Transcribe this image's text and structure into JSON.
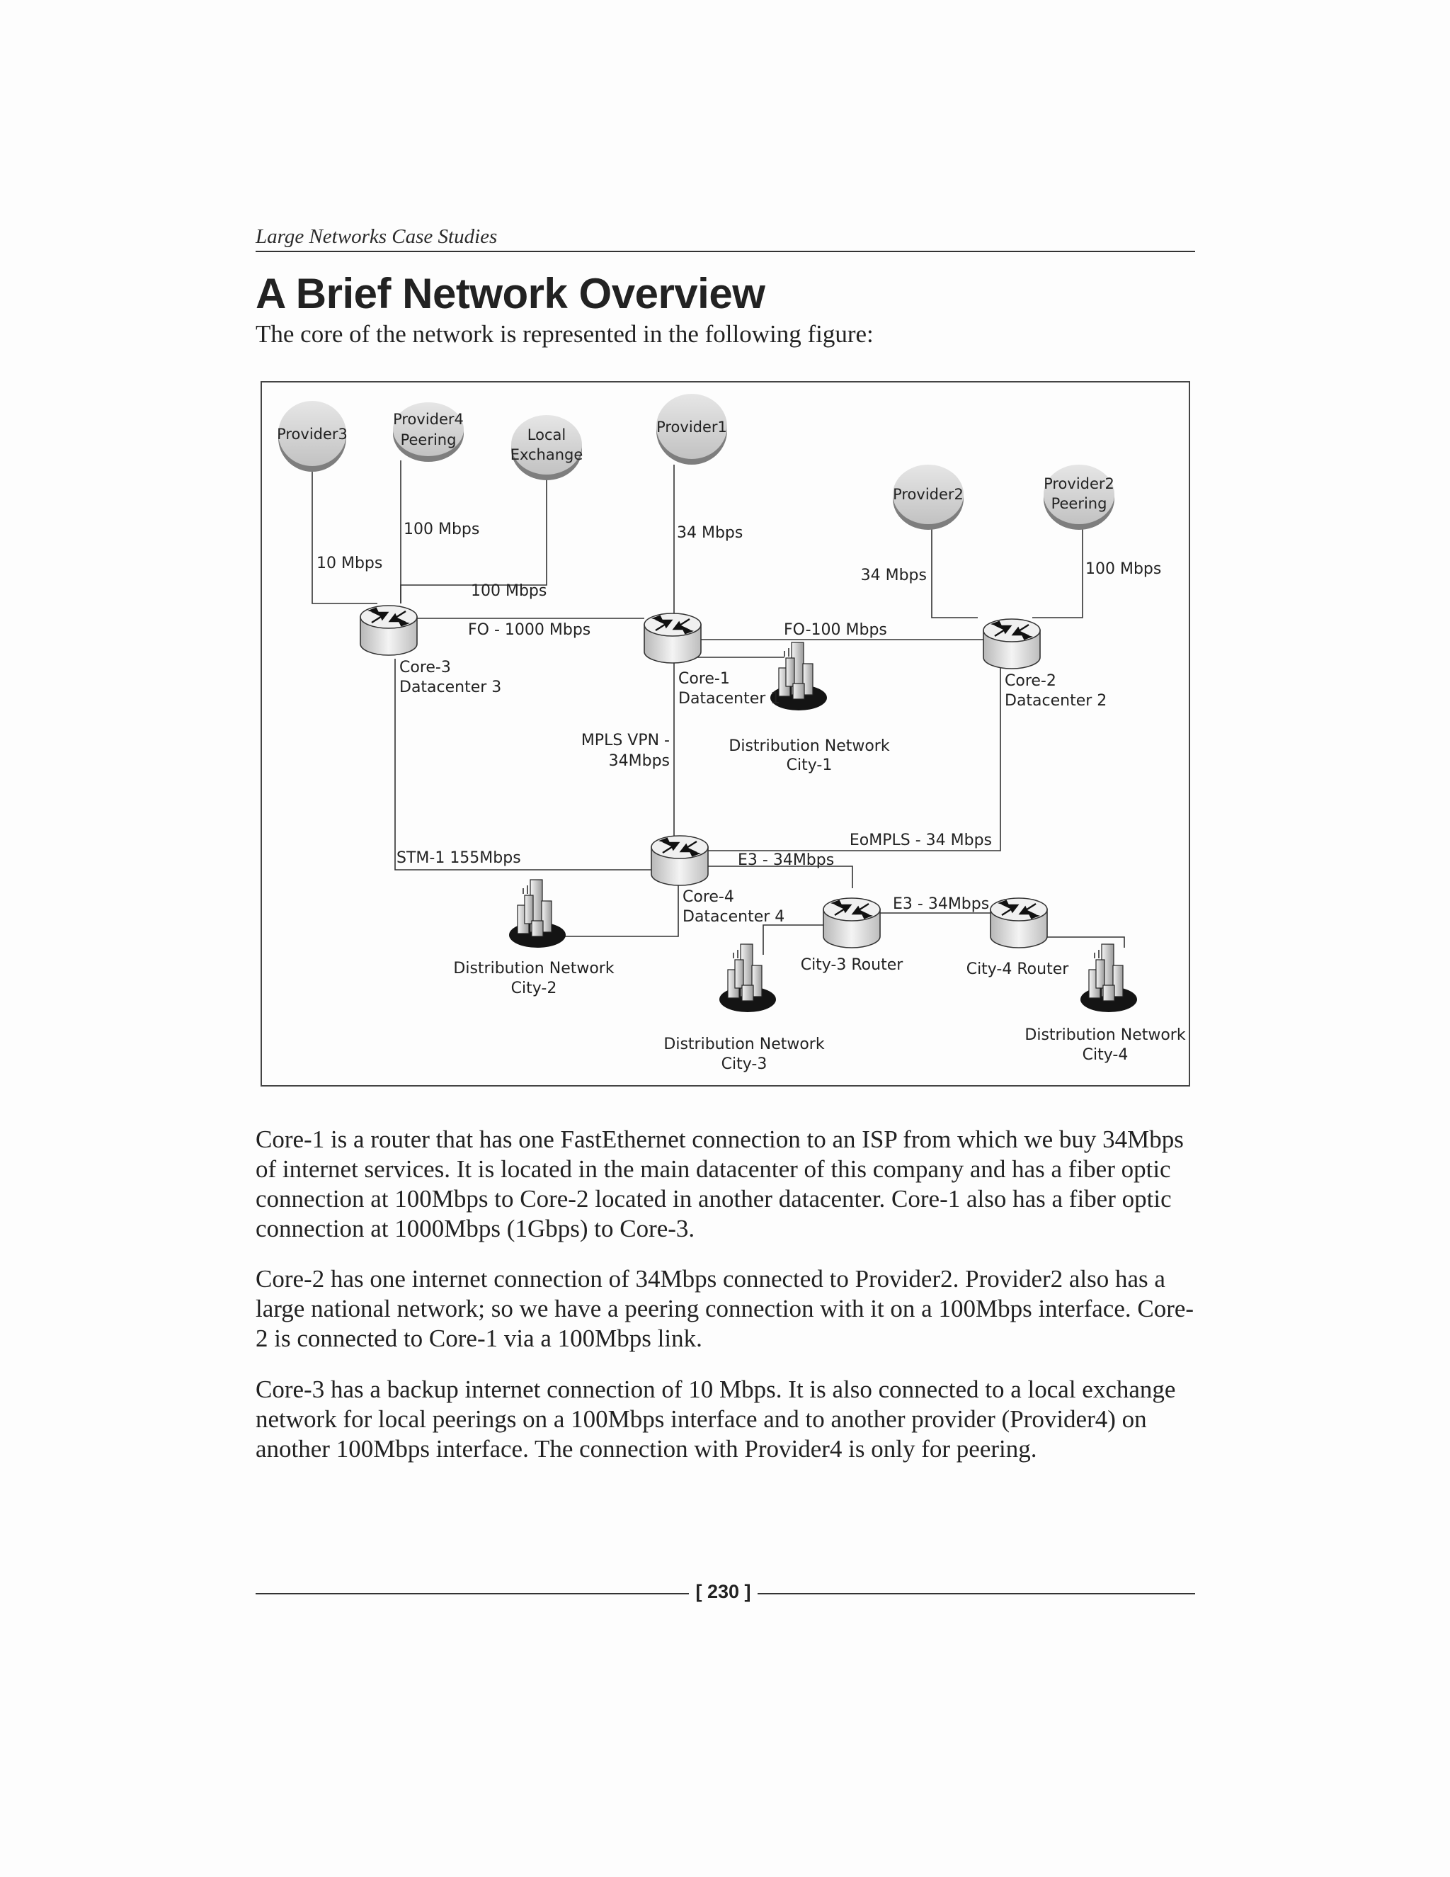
{
  "header": {
    "running_head": "Large Networks Case Studies"
  },
  "section": {
    "title": "A Brief Network Overview",
    "intro": "The core of the network is represented in the following figure:"
  },
  "figure": {
    "clouds": {
      "provider3": [
        "Provider3"
      ],
      "provider4": [
        "Provider4",
        "Peering"
      ],
      "local_exchange": [
        "Local",
        "Exchange"
      ],
      "provider1": [
        "Provider1"
      ],
      "provider2": [
        "Provider2"
      ],
      "provider2_peering": [
        "Provider2",
        "Peering"
      ]
    },
    "routers": {
      "core3": [
        "Core-3",
        "Datacenter 3"
      ],
      "core1": [
        "Core-1",
        "Datacenter 1"
      ],
      "core2": [
        "Core-2",
        "Datacenter 2"
      ],
      "core4": [
        "Core-4",
        "Datacenter 4"
      ],
      "city3": [
        "City-3 Router"
      ],
      "city4": [
        "City-4 Router"
      ]
    },
    "distribution": {
      "city1": [
        "Distribution Network",
        "City-1"
      ],
      "city2": [
        "Distribution Network",
        "City-2"
      ],
      "city3": [
        "Distribution Network",
        "City-3"
      ],
      "city4": [
        "Distribution Network",
        "City-4"
      ]
    },
    "links": {
      "p4_core3": "100 Mbps",
      "p3_core3": "10 Mbps",
      "lx_core3": "100 Mbps",
      "p1_core1": "34 Mbps",
      "p2_core2": "34 Mbps",
      "p2p_core2": "100 Mbps",
      "core3_core1": "FO - 1000 Mbps",
      "core1_core2": "FO-100 Mbps",
      "core1_core4": [
        "MPLS VPN -",
        "34Mbps"
      ],
      "core3_core4": "STM-1 155Mbps",
      "core2_core4": "EoMPLS - 34 Mbps",
      "core4_city3": "E3 - 34Mbps",
      "city3_city4": "E3 - 34Mbps"
    }
  },
  "paragraphs": [
    "Core-1 is a router that has one FastEthernet connection to an ISP from which we buy 34Mbps of internet services. It is located in the main datacenter of this company and has a fiber optic connection at 100Mbps to Core-2 located in another datacenter. Core-1 also has a fiber optic connection at 1000Mbps (1Gbps) to Core-3.",
    "Core-2 has one internet connection of 34Mbps connected to Provider2. Provider2 also has a large national network; so we have a peering connection with it on a 100Mbps interface. Core-2 is connected to Core-1 via a 100Mbps link.",
    "Core-3 has a backup internet connection of 10 Mbps. It is also connected to a local exchange network for local peerings on a 100Mbps interface and to another provider (Provider4) on another 100Mbps interface. The connection with Provider4 is only for peering."
  ],
  "footer": {
    "page_number": "[ 230 ]"
  }
}
